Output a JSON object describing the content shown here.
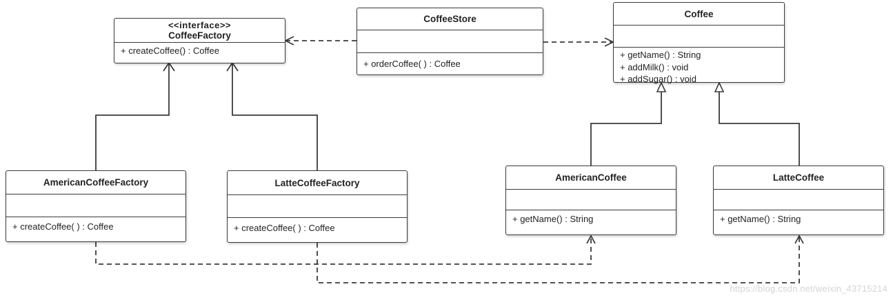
{
  "classes": {
    "coffee_factory": {
      "stereotype": "<<interface>>",
      "name": "CoffeeFactory",
      "ops": [
        "+ createCoffee() : Coffee"
      ]
    },
    "coffee_store": {
      "name": "CoffeeStore",
      "ops": [
        "+ orderCoffee( ) : Coffee"
      ]
    },
    "coffee": {
      "name": "Coffee",
      "ops": [
        "+ getName() : String",
        "+ addMilk() : void",
        "+ addSugar() : void"
      ]
    },
    "american_coffee_factory": {
      "name": "AmericanCoffeeFactory",
      "ops": [
        "+ createCoffee( ) : Coffee"
      ]
    },
    "latte_coffee_factory": {
      "name": "LatteCoffeeFactory",
      "ops": [
        "+ createCoffee( ) : Coffee"
      ]
    },
    "american_coffee": {
      "name": "AmericanCoffee",
      "ops": [
        "+ getName() : String"
      ]
    },
    "latte_coffee": {
      "name": "LatteCoffee",
      "ops": [
        "+ getName() : String"
      ]
    }
  },
  "relationships": [
    {
      "from": "coffee_store",
      "to": "coffee_factory",
      "type": "dependency"
    },
    {
      "from": "coffee_store",
      "to": "coffee",
      "type": "dependency"
    },
    {
      "from": "american_coffee_factory",
      "to": "coffee_factory",
      "type": "realization"
    },
    {
      "from": "latte_coffee_factory",
      "to": "coffee_factory",
      "type": "realization"
    },
    {
      "from": "american_coffee",
      "to": "coffee",
      "type": "generalization"
    },
    {
      "from": "latte_coffee",
      "to": "coffee",
      "type": "generalization"
    },
    {
      "from": "american_coffee_factory",
      "to": "american_coffee",
      "type": "dependency"
    },
    {
      "from": "latte_coffee_factory",
      "to": "latte_coffee",
      "type": "dependency"
    }
  ],
  "watermark": "https://blog.csdn.net/weixin_43715214",
  "colors": {
    "line": "#3a3a3a",
    "background": "#ffffff",
    "watermark": "#d4d4d4"
  }
}
